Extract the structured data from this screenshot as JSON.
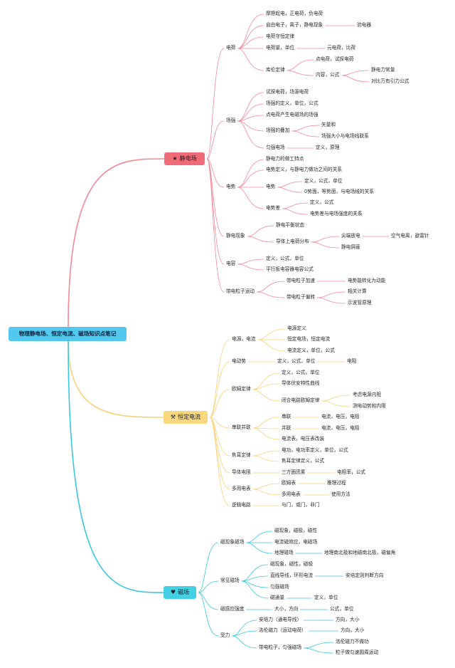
{
  "title": "物理静电场、恒定电流、磁场知识点笔记",
  "branches": [
    {
      "label": "静电场",
      "icon": "star-icon",
      "iconChar": "★",
      "color": "#f06b7a",
      "line": "#f08a96"
    },
    {
      "label": "恒定电流",
      "icon": "tools-icon",
      "iconChar": "⚒",
      "color": "#f9d77e",
      "line": "#f8d27a"
    },
    {
      "label": "磁场",
      "icon": "heart-icon",
      "iconChar": "♥",
      "color": "#44cfe2",
      "line": "#3ac8dc"
    }
  ],
  "nodes": {
    "n1": "电荷",
    "n1a": "摩擦起电，正电荷，负电荷",
    "n1b": "自由电子，离子，静电现象",
    "n1b1": "验电器",
    "n1c": "电荷守恒定律",
    "n1d": "电荷量，单位",
    "n1d1": "元电荷，比荷",
    "n1e": "库伦定律",
    "n1e1": "点电荷，试探电荷",
    "n1e2": "内容，公式",
    "n1e2a": "静电力常量",
    "n1e2b": "对比万有引力公式",
    "n2": "场强",
    "n2a": "试探电荷，场源电荷",
    "n2b": "场强的定义，单位，公式",
    "n2c": "点电荷产生电磁场的场强",
    "n2d": "场强的叠加",
    "n2d1": "矢量和",
    "n2d2": "场强大小与电场线联系",
    "n2e": "匀强电场",
    "n2e1": "定义，原理",
    "n3": "电势",
    "n3a": "静电力的做工特点",
    "n3b": "电势定义，与静电力做功之间的关系",
    "n3c": "电势",
    "n3c1": "定义，公式，单位",
    "n3c2": "0势面，等势面，与电场线的关系",
    "n3d": "电势差",
    "n3d1": "定义，公式",
    "n3d2": "电势差与电场强度的关系",
    "n4": "静电现象",
    "n4a": "静电平衡状态",
    "n4b": "导体上电荷分布",
    "n4b1": "尖端放电",
    "n4b1a": "空气电离，避雷针",
    "n4b2": "静电屏蔽",
    "n5": "电容",
    "n5a": "定义，公式，单位",
    "n5b": "平行板电容器电容公式",
    "n6": "带电粒子运动",
    "n6a": "带电粒子加速",
    "n6a1": "电势能转化为动能",
    "n6b": "带电粒子偏转",
    "n6b1": "相关计算",
    "n6b2": "示波管原理",
    "m1": "电源，电流",
    "m1a": "电源定义",
    "m1b": "恒定电场，恒定电流",
    "m1c": "电流定义，单位，公式",
    "m2": "电动势",
    "m2a": "定义，公式，单位",
    "m2a1": "电阻",
    "m3": "欧姆定律",
    "m3a": "定义，公式，单位",
    "m3b": "导体伏安特性曲线",
    "m3c": "闭合电路欧姆定律",
    "m3c1": "考虑电源内阻",
    "m3c2": "测电动势和内阻",
    "m4": "串联并联",
    "m4a": "串联",
    "m4a1": "电流，电压，电阻",
    "m4b": "并联",
    "m4b1": "电流，电压，电阻",
    "m4c": "电流表，电压表改装",
    "m5": "焦耳定律",
    "m5a": "电功，电功率定义，单位，公式",
    "m5b": "焦耳定律定义，公式",
    "m6": "导体电阻",
    "m6a": "三方面因素",
    "m6a1": "电阻率，公式",
    "m7": "多用电表",
    "m7a": "欧姆表",
    "m7a1": "推理过程",
    "m7b": "多用电表",
    "m7b1": "使用方法",
    "m8": "逻辑电路",
    "m8a": "与门，或门，非门",
    "c1": "磁现象磁场",
    "c1a": "磁现象，磁极，磁性",
    "c1b": "电流磁效应，电磁场",
    "c1c": "地理磁场",
    "c1c1": "地理南北极和地磁南北极，磁偏角",
    "c2": "常见磁场",
    "c2a": "磁现象，磁性，磁极",
    "c2b": "直线导线，环形电流",
    "c2b1": "安培定则判断方向",
    "c2c": "匀强磁场",
    "c2d": "磁通量",
    "c2d1": "定义，单位",
    "c3": "磁感应强度",
    "c3a": "大小，方向",
    "c3a1": "公式，单位",
    "c4": "受力",
    "c4a": "安培力（通电导线）",
    "c4a1": "方向，大小",
    "c4b": "洛伦磁力（运动电荷）",
    "c4b1": "方向，大小",
    "c4c": "带电粒子，匀强磁场",
    "c4c1": "洛伦磁力不做功",
    "c4c2": "粒子做匀速圆周运动"
  }
}
